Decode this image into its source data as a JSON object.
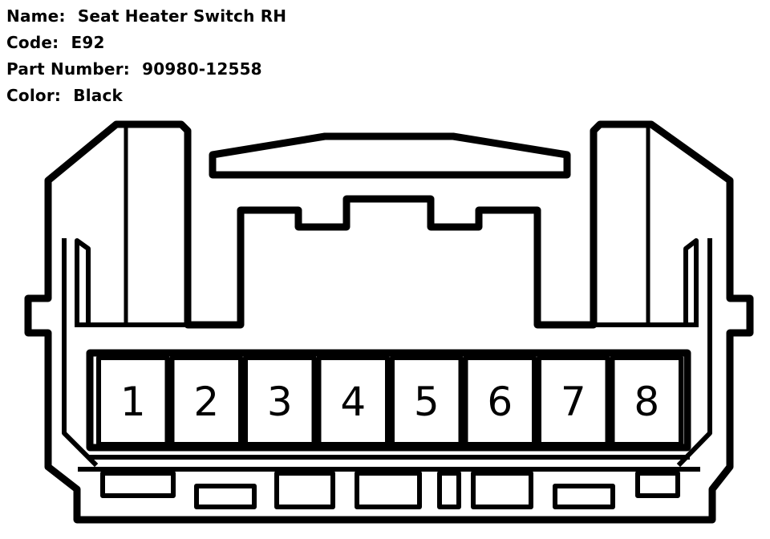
{
  "info": {
    "name_label": "Name:",
    "name_value": "Seat Heater Switch RH",
    "code_label": "Code:",
    "code_value": "E92",
    "part_label": "Part Number:",
    "part_value": "90980-12558",
    "color_label": "Color:",
    "color_value": "Black"
  },
  "connector": {
    "pins": [
      "1",
      "2",
      "3",
      "4",
      "5",
      "6",
      "7",
      "8"
    ],
    "line_color": "#000000",
    "fill_color": "#ffffff"
  }
}
